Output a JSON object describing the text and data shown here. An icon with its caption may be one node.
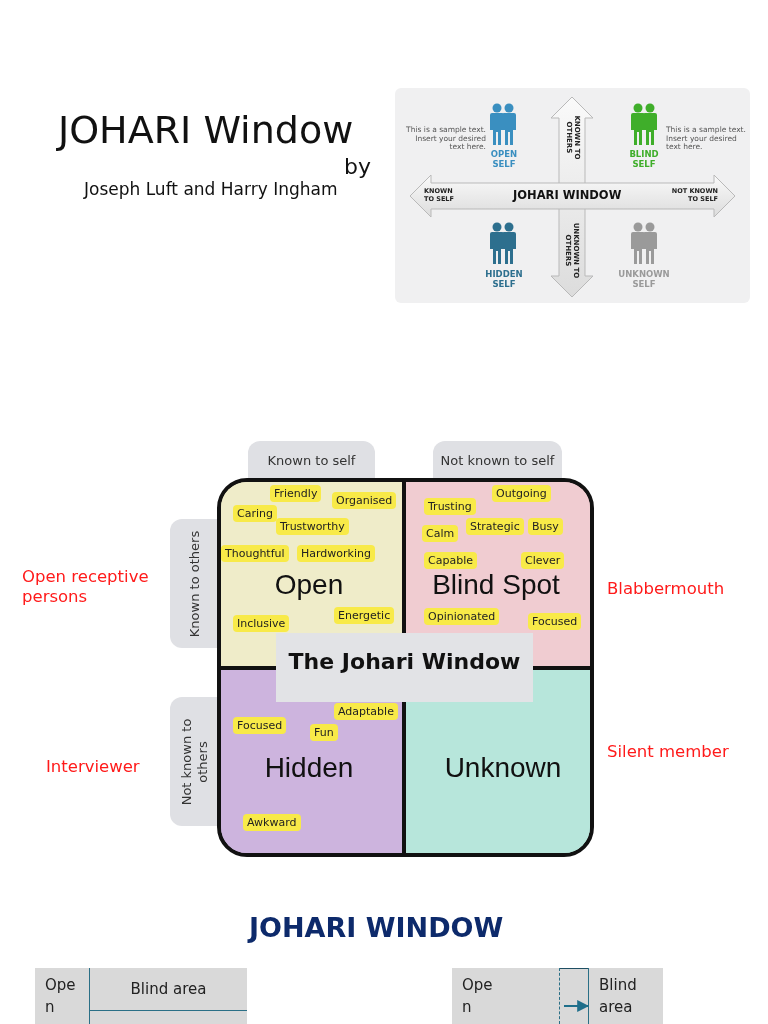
{
  "diagram": {
    "title": "JOHARI Window",
    "nodes": [
      {
        "text": [
          "Known to self"
        ]
      },
      {
        "text": [
          "Not known to self"
        ]
      },
      {
        "text": [
          "Known to others"
        ]
      },
      {
        "text": [
          "Open"
        ]
      },
      {
        "text": [
          "Friendly"
        ],
        "in": 3
      },
      {
        "text": [
          "Organised"
        ],
        "in": 3
      },
      {
        "text": [
          "Caring"
        ],
        "in": 3
      },
      {
        "text": [
          "Trustworthy"
        ],
        "in": 3
      },
      {
        "text": [
          "Thoughtful"
        ],
        "in": 3
      },
      {
        "text": [
          "Hardworking"
        ],
        "in": 3
      },
      {
        "text": [
          "Inclusive"
        ],
        "in": 3
      },
      {
        "text": [
          "Energetic"
        ],
        "in": 3
      },
      {
        "text": [
          "Blind Spot"
        ]
      },
      {
        "text": [
          "Outgoing"
        ],
        "in": 12
      },
      {
        "text": [
          "Trusting"
        ],
        "in": 12
      },
      {
        "text": [
          "Calm"
        ],
        "in": 12
      },
      {
        "text": [
          "Strategic"
        ],
        "in": 12
      },
      {
        "text": [
          "Busy"
        ],
        "in": 12
      },
      {
        "text": [
          "Capable"
        ],
        "in": 12
      },
      {
        "text": [
          "Clever"
        ],
        "in": 12
      },
      {
        "text": [
          "Opinionated"
        ],
        "in": 12
      },
      {
        "text": [
          "Focused"
        ],
        "in": 12
      },
      {
        "text": [
          "Not known to others"
        ]
      },
      {
        "text": [
          "Hidden"
        ]
      },
      {
        "text": [
          "Adaptable"
        ],
        "in": 23
      },
      {
        "text": [
          "Focused"
        ],
        "in": 23
      },
      {
        "text": [
          "Fun"
        ],
        "in": 23
      },
      {
        "text": [
          "Awkward"
        ],
        "in": 23
      },
      {
        "text": [
          "Unknown"
        ]
      },
      {
        "text": [
          "The Johari Window"
        ]
      },
      {
        "text": [
          "Open"
        ]
      },
      {
        "text": [
          "Blind area"
        ]
      },
      {
        "text": [],
        "shape": "box"
      },
      {
        "text": [
          "Open"
        ]
      },
      {
        "text": [
          "Blind area"
        ]
      }
    ],
    "edges": [
      {
        "from": 33,
        "to": 34,
        "arrow": "to"
      }
    ],
    "labels": [
      "by",
      "Joseph Luft and Harry Ingham",
      "This is a sample text. Insert your desired text here.",
      "OPEN SELF",
      "KNOWN TO OTHERS",
      "BLIND SELF",
      "This is a sample text. Insert your desired text here.",
      "KNOWN TO SELF",
      "JOHARI WINDOW",
      "NOT KNOWN TO SELF",
      "HIDDEN SELF",
      "UNKNOWN TO OTHERS",
      "UNKNOWN SELF",
      "Open receptive persons",
      "Blabbermouth",
      "Interviewer",
      "Silent member",
      "JOHARI WINDOW"
    ]
  }
}
